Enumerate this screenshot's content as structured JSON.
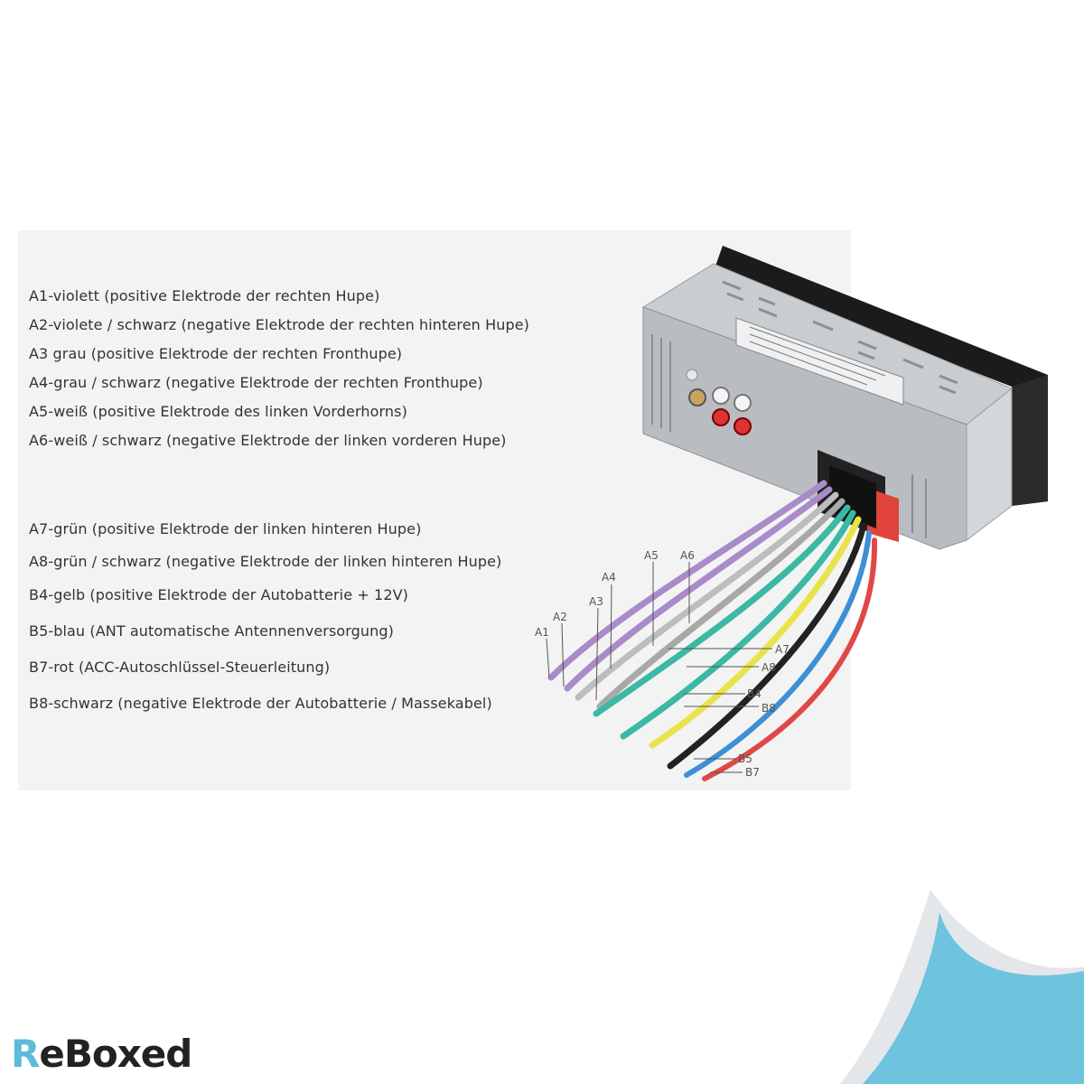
{
  "legend": [
    "A1-violett (positive Elektrode der rechten Hupe)",
    "A2-violete / schwarz (negative Elektrode der rechten hinteren Hupe)",
    "A3 grau (positive Elektrode der rechten Fronthupe)",
    "A4-grau / schwarz (negative Elektrode der rechten Fronthupe)",
    "A5-weiß (positive Elektrode des linken Vorderhorns)",
    "A6-weiß / schwarz (negative Elektrode der linken vorderen Hupe)",
    "A7-grün (positive Elektrode der linken hinteren Hupe)",
    "A8-grün / schwarz (negative Elektrode der linken hinteren Hupe)",
    "B4-gelb (positive Elektrode der Autobatterie + 12V)",
    "B5-blau (ANT automatische Antennenversorgung)",
    "B7-rot (ACC-Autoschlüssel-Steuerleitung)",
    "B8-schwarz (negative Elektrode der Autobatterie / Massekabel)"
  ],
  "wire_labels": {
    "a1": "A1",
    "a2": "A2",
    "a3": "A3",
    "a4": "A4",
    "a5": "A5",
    "a6": "A6",
    "a7": "A7",
    "a8": "A8",
    "b4": "B4",
    "b8": "B8",
    "b5": "B5",
    "b7": "B7"
  },
  "wire_colors": {
    "violet": "#a98bc9",
    "grey": "#bdbdbd",
    "white": "#eaeaea",
    "green": "#3bb9a3",
    "yellow": "#e8e34a",
    "blue": "#3d8fd6",
    "red": "#e04848",
    "black": "#222222"
  },
  "logo": {
    "prefix": "R",
    "rest": "eBoxed"
  },
  "corner_color": "#6ec3df"
}
